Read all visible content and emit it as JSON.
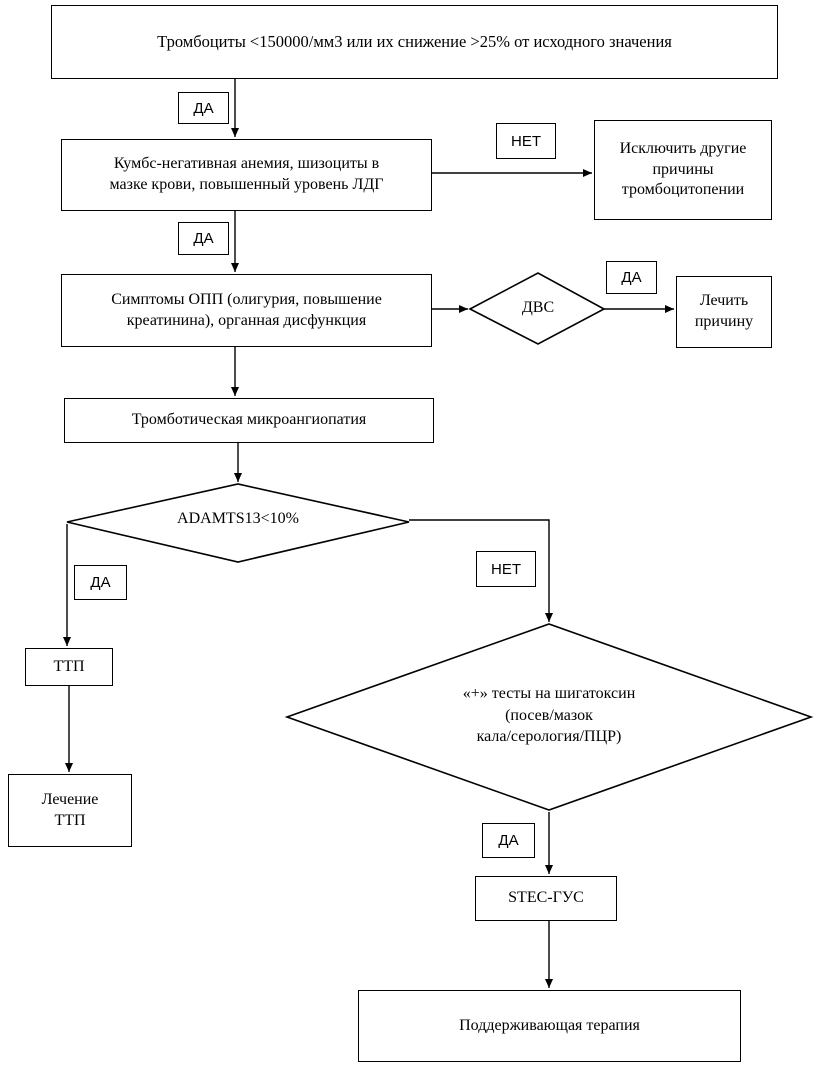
{
  "boxes": {
    "platelets": "Тромбоциты <150000/мм3 или их снижение >25% от исходного значения",
    "coombs": [
      "Кумбс-негативная анемия, шизоциты в",
      "мазке крови, повышенный уровень ЛДГ"
    ],
    "exclude": [
      "Исключить другие",
      "причины",
      "тромбоцитопении"
    ],
    "aki": [
      "Симптомы ОПП (олигурия, повышение",
      "креатинина), органная дисфункция"
    ],
    "treat_cause": [
      "Лечить",
      "причину"
    ],
    "tma": "Тромботическая микроангиопатия",
    "ttp": "ТТП",
    "ttp_treatment": [
      "Лечение",
      "ТТП"
    ],
    "stec_hus": "STEC-ГУС",
    "supportive": "Поддерживающая терапия"
  },
  "decisions": {
    "dic": "ДВС",
    "adamts13": "ADAMTS13<10%",
    "shiga": [
      "«+» тесты на шигатоксин",
      "(посев/мазок",
      "кала/серология/ПЦР)"
    ]
  },
  "labels": {
    "yes_1": "ДА",
    "yes_2": "ДА",
    "yes_3": "ДА",
    "yes_4": "ДА",
    "yes_5": "ДА",
    "no_1": "НЕТ",
    "no_2": "НЕТ"
  }
}
